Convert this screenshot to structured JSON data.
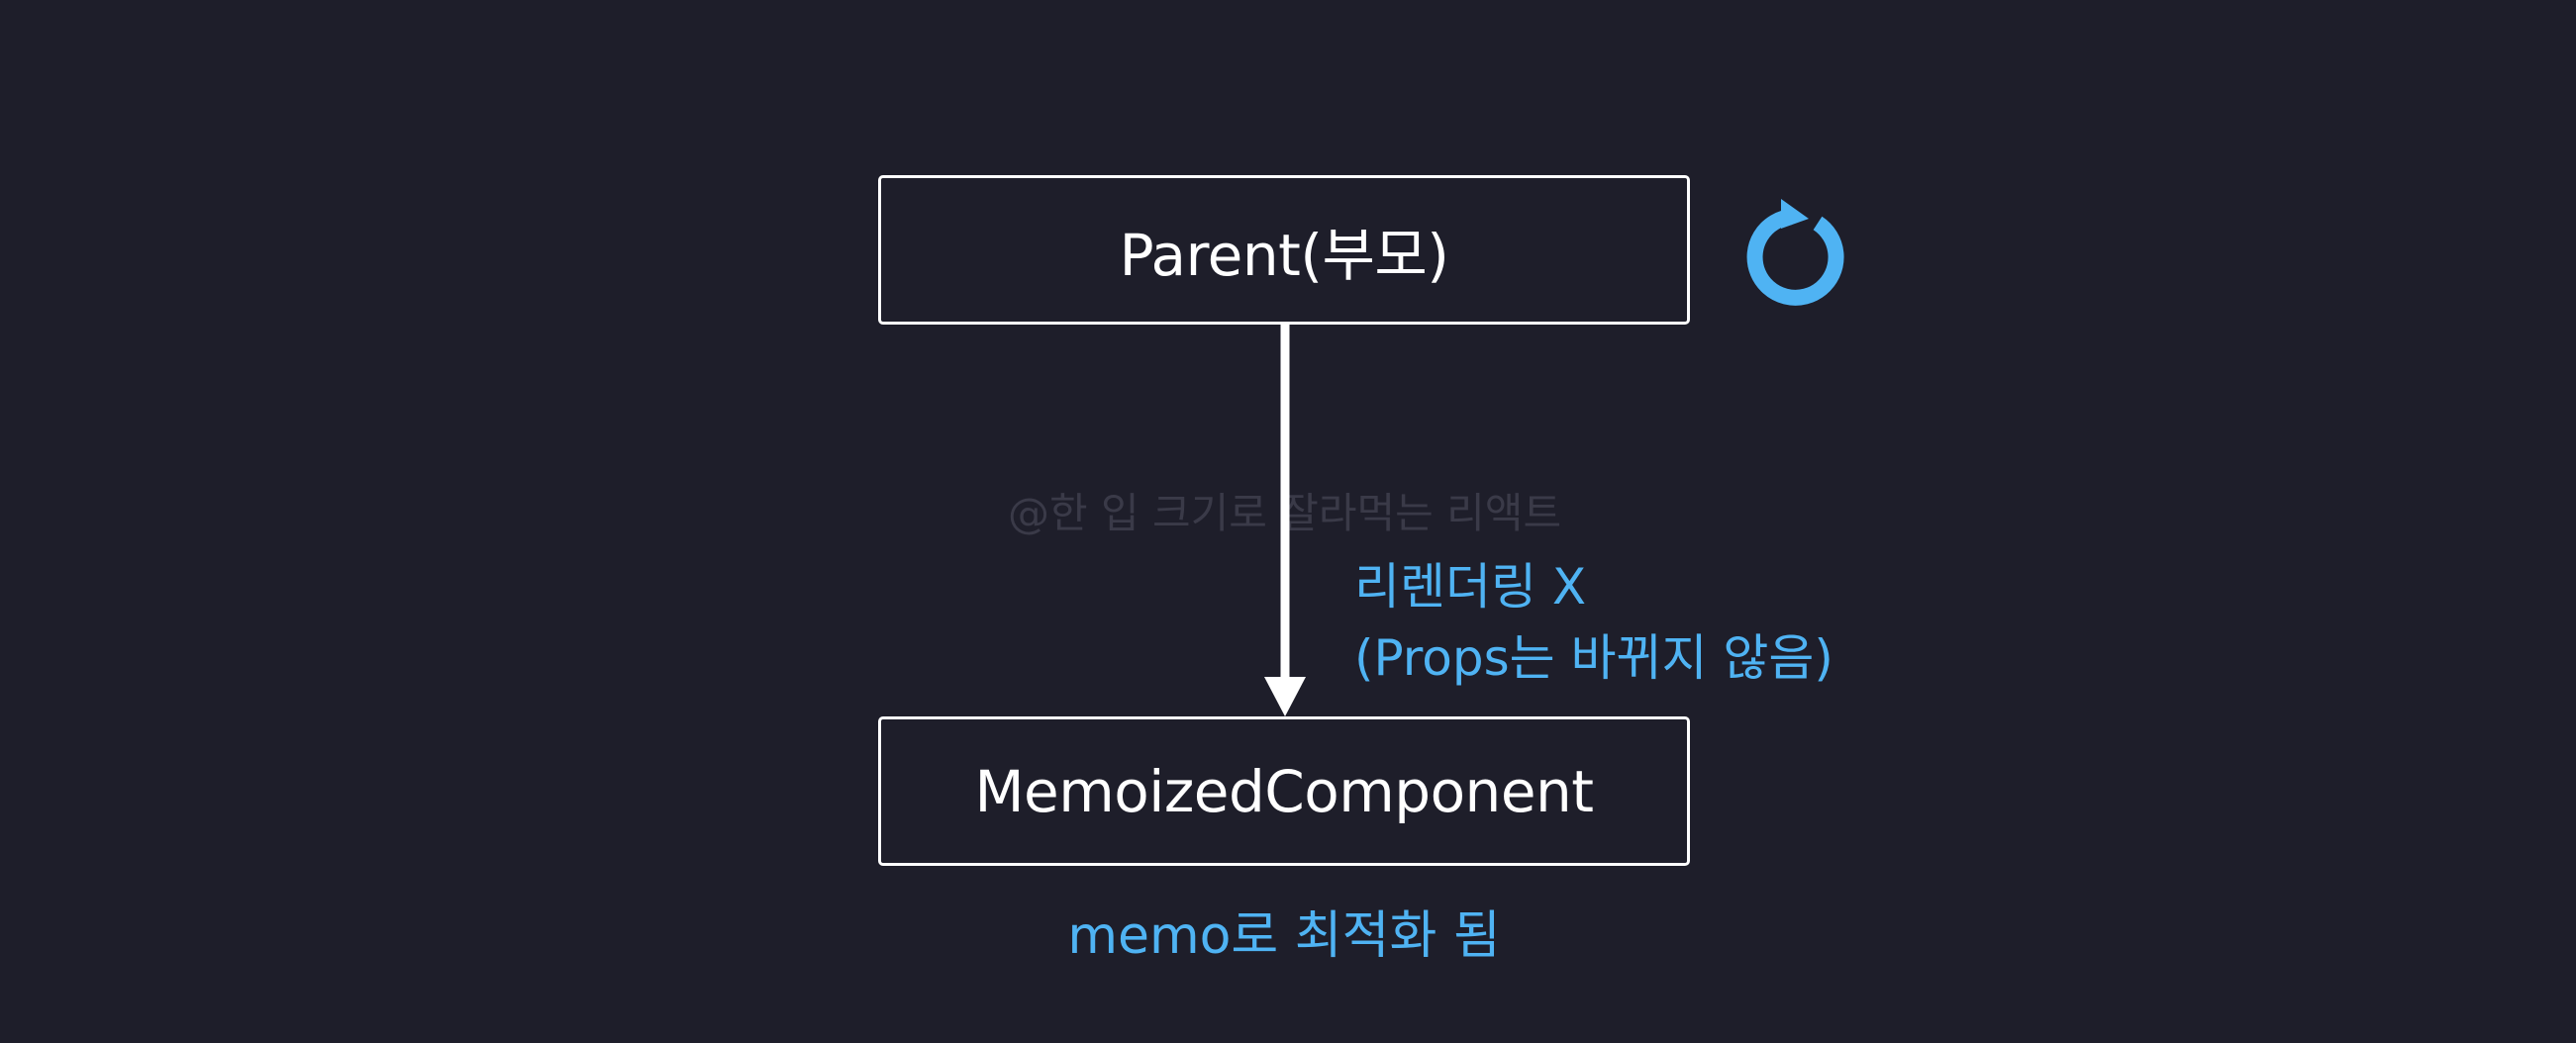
{
  "diagram": {
    "parent_label": "Parent(부모)",
    "child_label": "MemoizedComponent",
    "edge_note_line1": "리렌더링 X",
    "edge_note_line2": "(Props는 바뀌지 않음)",
    "child_caption": "memo로 최적화 됨",
    "watermark": "@한 입 크기로 잘라먹는 리액트"
  },
  "icons": {
    "parent_status": "refresh-icon"
  },
  "colors": {
    "background": "#1e1e2a",
    "node_border": "#ffffff",
    "accent": "#4fb3f3",
    "watermark": "#3a3a48"
  }
}
